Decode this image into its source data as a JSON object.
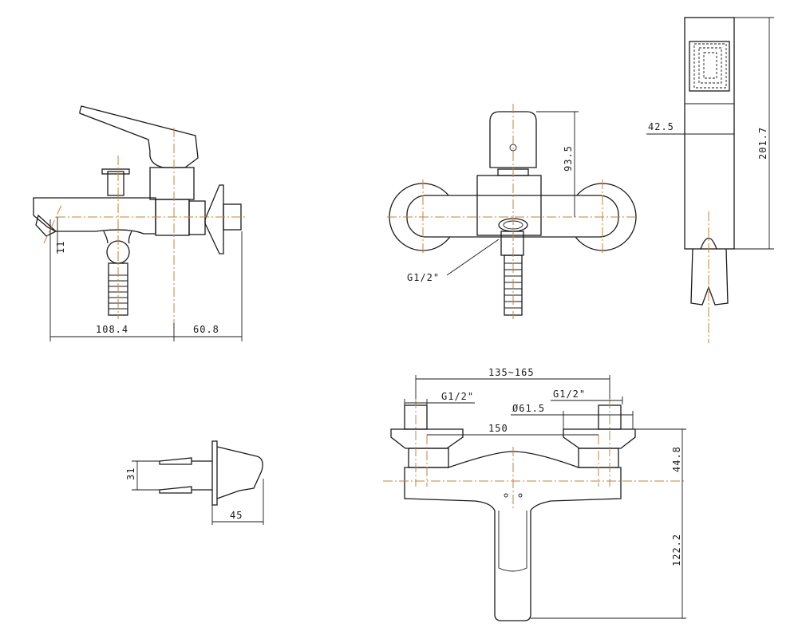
{
  "drawing": {
    "side_view": {
      "width_spout": "108.4",
      "width_wall": "60.8",
      "spout_height": "11"
    },
    "front_view": {
      "lever_height": "93.5",
      "inlet_thread": "G1/2\""
    },
    "hand_shower": {
      "width": "42.5",
      "length": "201.7"
    },
    "wall_bracket": {
      "hole_spacing": "31",
      "depth": "45"
    },
    "top_view": {
      "centers_range": "135~165",
      "thread_left": "G1/2\"",
      "thread_right": "G1/2\"",
      "flange_diameter": "Ø61.5",
      "body_width": "150",
      "wall_offset": "44.8",
      "lever_length": "122.2"
    }
  },
  "colors": {
    "line": "#1a1a1a",
    "centerline": "#c8823a"
  }
}
